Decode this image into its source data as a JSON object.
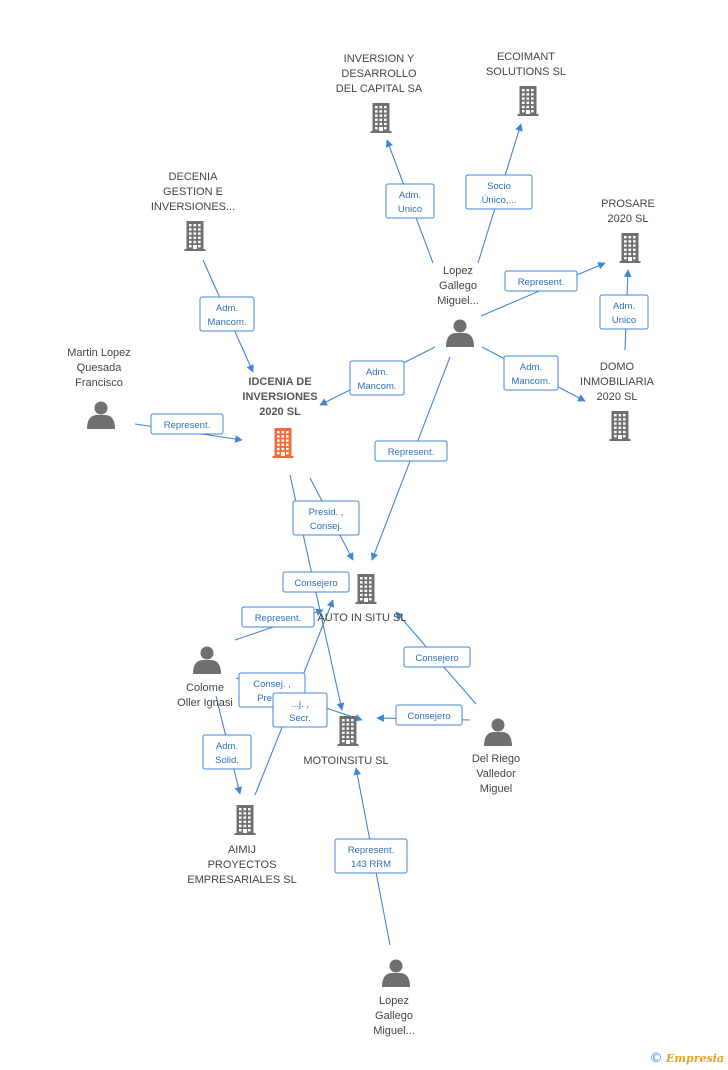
{
  "nodes": [
    {
      "id": "inversion",
      "type": "company",
      "label": [
        "INVERSION Y",
        "DESARROLLO",
        "DEL CAPITAL SA"
      ]
    },
    {
      "id": "ecoimant",
      "type": "company",
      "label": [
        "ECOIMANT",
        "SOLUTIONS SL"
      ]
    },
    {
      "id": "decenia",
      "type": "company",
      "label": [
        "DECENIA",
        "GESTION E",
        "INVERSIONES..."
      ]
    },
    {
      "id": "prosare",
      "type": "company",
      "label": [
        "PROSARE",
        "2020 SL"
      ]
    },
    {
      "id": "lopez1",
      "type": "person",
      "label": [
        "Lopez",
        "Gallego",
        "Miguel..."
      ]
    },
    {
      "id": "martin",
      "type": "person",
      "label": [
        "Martin Lopez",
        "Quesada",
        "Francisco"
      ]
    },
    {
      "id": "idcenia",
      "type": "company",
      "main": true,
      "label": [
        "IDCENIA DE",
        "INVERSIONES",
        "2020 SL"
      ]
    },
    {
      "id": "domo",
      "type": "company",
      "label": [
        "DOMO",
        "INMOBILIARIA",
        "2020 SL"
      ]
    },
    {
      "id": "autoinsitu",
      "type": "company",
      "label": [
        "AUTO IN SITU SL"
      ]
    },
    {
      "id": "colome",
      "type": "person",
      "label": [
        "Colome",
        "Oller Ignasi"
      ]
    },
    {
      "id": "motoinsitu",
      "type": "company",
      "label": [
        "MOTOINSITU SL"
      ]
    },
    {
      "id": "delriego",
      "type": "person",
      "label": [
        "Del Riego",
        "Valledor",
        "Miguel"
      ]
    },
    {
      "id": "aimij",
      "type": "company",
      "label": [
        "AIMIJ",
        "PROYECTOS",
        "EMPRESARIALES SL"
      ]
    },
    {
      "id": "lopez2",
      "type": "person",
      "label": [
        "Lopez",
        "Gallego",
        "Miguel..."
      ]
    }
  ],
  "edges": [
    {
      "from": "lopez1",
      "to": "inversion",
      "label": [
        "Adm.",
        "Unico"
      ]
    },
    {
      "from": "lopez1",
      "to": "ecoimant",
      "label": [
        "Socio",
        "Único,..."
      ]
    },
    {
      "from": "lopez1",
      "to": "prosare",
      "label": [
        "Represent."
      ]
    },
    {
      "from": "domo",
      "to": "prosare",
      "label": [
        "Adm.",
        "Unico"
      ]
    },
    {
      "from": "decenia",
      "to": "idcenia",
      "label": [
        "Adm.",
        "Mancom."
      ]
    },
    {
      "from": "lopez1",
      "to": "idcenia",
      "label": [
        "Adm.",
        "Mancom."
      ]
    },
    {
      "from": "lopez1",
      "to": "domo",
      "label": [
        "Adm.",
        "Mancom."
      ]
    },
    {
      "from": "martin",
      "to": "idcenia",
      "label": [
        "Represent."
      ]
    },
    {
      "from": "lopez1",
      "to": "autoinsitu",
      "label": [
        "Represent."
      ]
    },
    {
      "from": "idcenia",
      "to": "autoinsitu",
      "label": [
        "Presid. ,",
        "Consej."
      ]
    },
    {
      "from": "idcenia",
      "to": "motoinsitu",
      "label": [
        "Consejero"
      ]
    },
    {
      "from": "colome",
      "to": "autoinsitu",
      "label": [
        "Represent."
      ]
    },
    {
      "from": "delriego",
      "to": "autoinsitu",
      "label": [
        "Consejero"
      ]
    },
    {
      "from": "colome",
      "to": "motoinsitu",
      "label": [
        "Consej. ,",
        "Presid."
      ]
    },
    {
      "from": "aimij",
      "to": "autoinsitu",
      "label": [
        "...j. ,",
        "Secr."
      ]
    },
    {
      "from": "delriego",
      "to": "motoinsitu",
      "label": [
        "Consejero"
      ]
    },
    {
      "from": "colome",
      "to": "aimij",
      "label": [
        "Adm.",
        "Solid."
      ]
    },
    {
      "from": "lopez2",
      "to": "motoinsitu",
      "label": [
        "Represent.",
        "143 RRM"
      ]
    }
  ],
  "colors": {
    "edge": "#3f87d6",
    "node": "#707070",
    "main_node": "#f26a3a"
  },
  "brand": {
    "copyright": "©",
    "name": "Empresia"
  }
}
